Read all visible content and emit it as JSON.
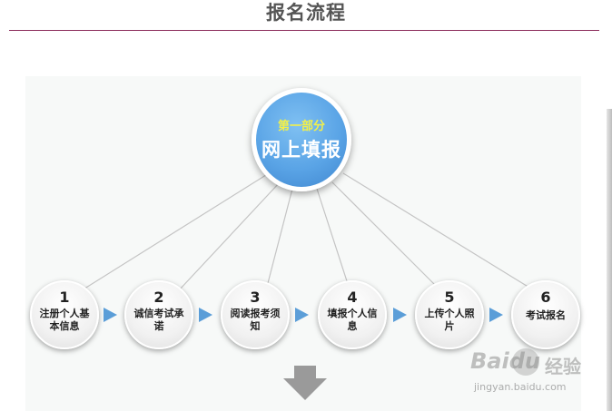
{
  "page": {
    "title": "报名流程"
  },
  "hub": {
    "subtitle": "第一部分",
    "title": "网上填报"
  },
  "steps": [
    {
      "number": "1",
      "text": "注册个人基本信息"
    },
    {
      "number": "2",
      "text": "诚信考试承诺"
    },
    {
      "number": "3",
      "text": "阅读报考须知"
    },
    {
      "number": "4",
      "text": "填报个人信息"
    },
    {
      "number": "5",
      "text": "上传个人照片"
    },
    {
      "number": "6",
      "text": "考试报名"
    }
  ],
  "watermark": {
    "brand": "Baidu",
    "brand_cn": "经验",
    "url": "jingyan.baidu.com"
  },
  "colors": {
    "hub": "#5aa4e6",
    "hub_subtitle": "#f2f04a",
    "arrow": "#5b9ed8",
    "rule": "#8a2a5a"
  }
}
